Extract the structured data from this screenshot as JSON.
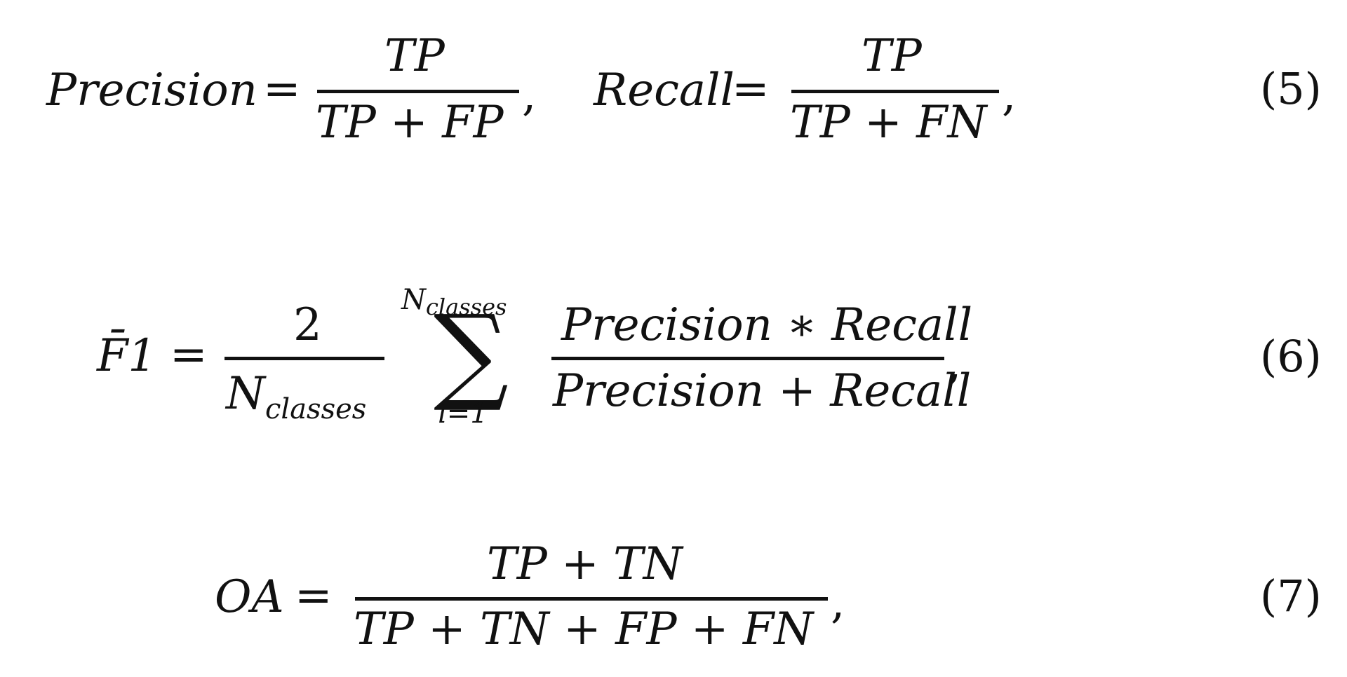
{
  "equations": [
    {
      "number": "(5)",
      "precision_lhs": "Precision",
      "equals": "=",
      "precision_num": "TP",
      "precision_den": "TP + FP",
      "comma1": ",",
      "recall_lhs": "Recall",
      "recall_num": "TP",
      "recall_den": "TP + FN",
      "comma2": ","
    },
    {
      "number": "(6)",
      "lhs": "F̄1",
      "equals": "=",
      "frac_num": "2",
      "frac_den_main": "N",
      "frac_den_sub": "classes",
      "sum_symbol": "∑",
      "sum_upper_main": "N",
      "sum_upper_sub": "classes",
      "sum_lower": "i=1",
      "term_num": "Precision ∗ Recall",
      "term_den": "Precision + Recall",
      "comma": ","
    },
    {
      "number": "(7)",
      "lhs": "OA",
      "equals": "=",
      "frac_num": "TP + TN",
      "frac_den": "TP + TN + FP + FN",
      "comma": ","
    }
  ]
}
